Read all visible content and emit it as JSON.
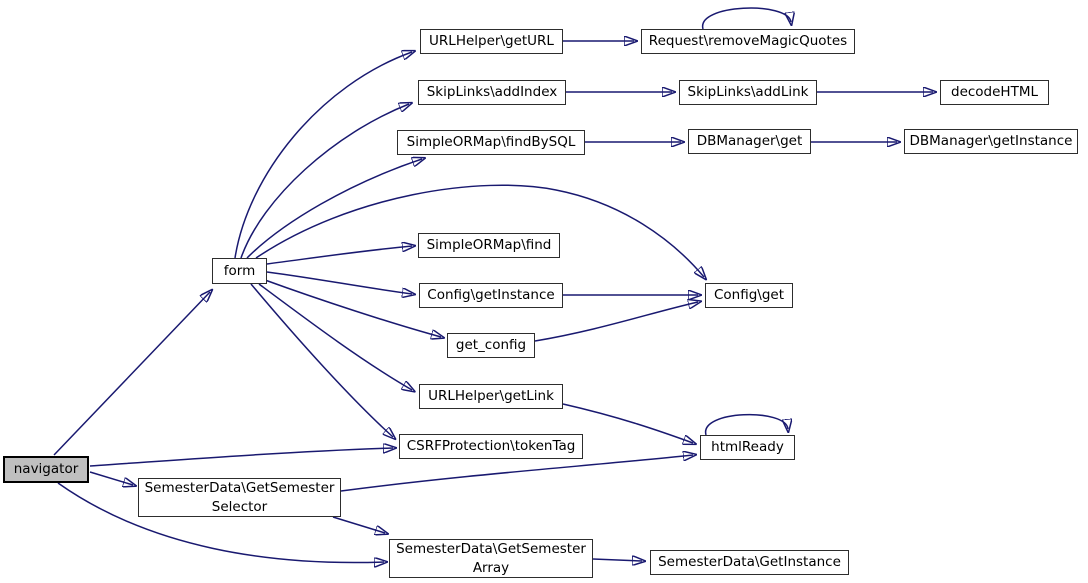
{
  "diagram": {
    "type": "call-graph",
    "colors": {
      "edge": "#191970",
      "node_border": "#2d2d2d",
      "node_fill": "#ffffff",
      "highlight_fill": "#bfbfbf",
      "background": "#ffffff"
    },
    "nodes": {
      "navigator": {
        "label": "navigator",
        "highlighted": true
      },
      "form": {
        "label": "form"
      },
      "urlhelper_geturl": {
        "label": "URLHelper\\getURL"
      },
      "request_removemagicquotes": {
        "label": "Request\\removeMagicQuotes"
      },
      "skiplinks_addindex": {
        "label": "SkipLinks\\addIndex"
      },
      "skiplinks_addlink": {
        "label": "SkipLinks\\addLink"
      },
      "decodehtml": {
        "label": "decodeHTML"
      },
      "simpleormap_findbysql": {
        "label": "SimpleORMap\\findBySQL"
      },
      "dbmanager_get": {
        "label": "DBManager\\get"
      },
      "dbmanager_getinstance": {
        "label": "DBManager\\getInstance"
      },
      "simpleormap_find": {
        "label": "SimpleORMap\\find"
      },
      "config_getinstance": {
        "label": "Config\\getInstance"
      },
      "config_get": {
        "label": "Config\\get"
      },
      "get_config": {
        "label": "get_config"
      },
      "urlhelper_getlink": {
        "label": "URLHelper\\getLink"
      },
      "csrfprotection_tokentag": {
        "label": "CSRFProtection\\tokenTag"
      },
      "htmlready": {
        "label": "htmlReady"
      },
      "semesterdata_getsemesterselector": {
        "label": "SemesterData\\GetSemester\nSelector"
      },
      "semesterdata_getsemesterarray": {
        "label": "SemesterData\\GetSemester\nArray"
      },
      "semesterdata_getinstance": {
        "label": "SemesterData\\GetInstance"
      }
    },
    "edges": [
      {
        "from": "navigator",
        "to": "form"
      },
      {
        "from": "navigator",
        "to": "csrfprotection_tokentag"
      },
      {
        "from": "navigator",
        "to": "semesterdata_getsemesterselector"
      },
      {
        "from": "navigator",
        "to": "semesterdata_getsemesterarray"
      },
      {
        "from": "form",
        "to": "urlhelper_geturl"
      },
      {
        "from": "form",
        "to": "skiplinks_addindex"
      },
      {
        "from": "form",
        "to": "simpleormap_findbysql"
      },
      {
        "from": "form",
        "to": "config_get"
      },
      {
        "from": "form",
        "to": "simpleormap_find"
      },
      {
        "from": "form",
        "to": "config_getinstance"
      },
      {
        "from": "form",
        "to": "get_config"
      },
      {
        "from": "form",
        "to": "urlhelper_getlink"
      },
      {
        "from": "form",
        "to": "csrfprotection_tokentag"
      },
      {
        "from": "urlhelper_geturl",
        "to": "request_removemagicquotes"
      },
      {
        "from": "request_removemagicquotes",
        "to": "request_removemagicquotes"
      },
      {
        "from": "skiplinks_addindex",
        "to": "skiplinks_addlink"
      },
      {
        "from": "skiplinks_addlink",
        "to": "decodehtml"
      },
      {
        "from": "simpleormap_findbysql",
        "to": "dbmanager_get"
      },
      {
        "from": "dbmanager_get",
        "to": "dbmanager_getinstance"
      },
      {
        "from": "config_getinstance",
        "to": "config_get"
      },
      {
        "from": "get_config",
        "to": "config_get"
      },
      {
        "from": "urlhelper_getlink",
        "to": "htmlready"
      },
      {
        "from": "htmlready",
        "to": "htmlready"
      },
      {
        "from": "semesterdata_getsemesterselector",
        "to": "htmlready"
      },
      {
        "from": "semesterdata_getsemesterselector",
        "to": "semesterdata_getsemesterarray"
      },
      {
        "from": "semesterdata_getsemesterarray",
        "to": "semesterdata_getinstance"
      }
    ]
  }
}
